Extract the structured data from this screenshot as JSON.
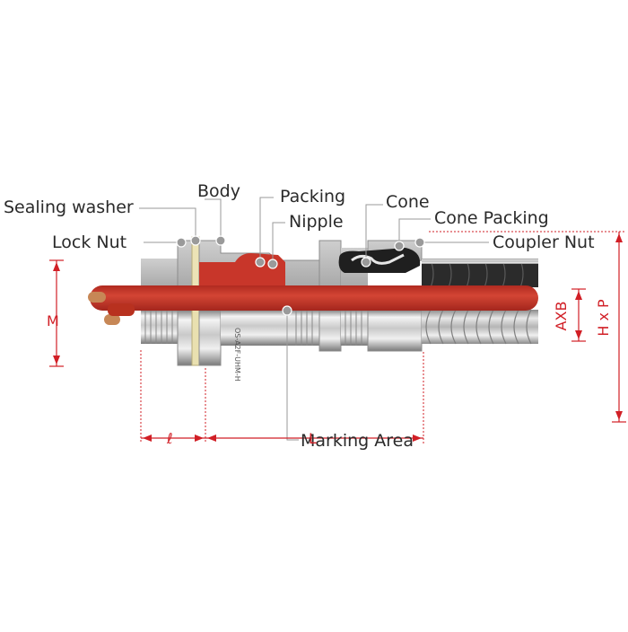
{
  "labels": {
    "sealing_washer": "Sealing washer",
    "body": "Body",
    "packing": "Packing",
    "nipple": "Nipple",
    "cone": "Cone",
    "cone_packing": "Cone Packing",
    "lock_nut": "Lock Nut",
    "coupler_nut": "Coupler Nut",
    "marking_area": "Marking Area"
  },
  "dimensions": {
    "m": "M",
    "l_small": "ℓ",
    "l_large": "L",
    "axb": "AXB",
    "hxp": "H x P"
  },
  "marking_text": "OS-A2F-UHM-H",
  "colors": {
    "accent_red": "#d11f26",
    "cable_red": "#c8362a",
    "metal_light": "#e4e4e4",
    "metal_dark": "#8f8f8f",
    "leader_gray": "#9a9a9a"
  }
}
